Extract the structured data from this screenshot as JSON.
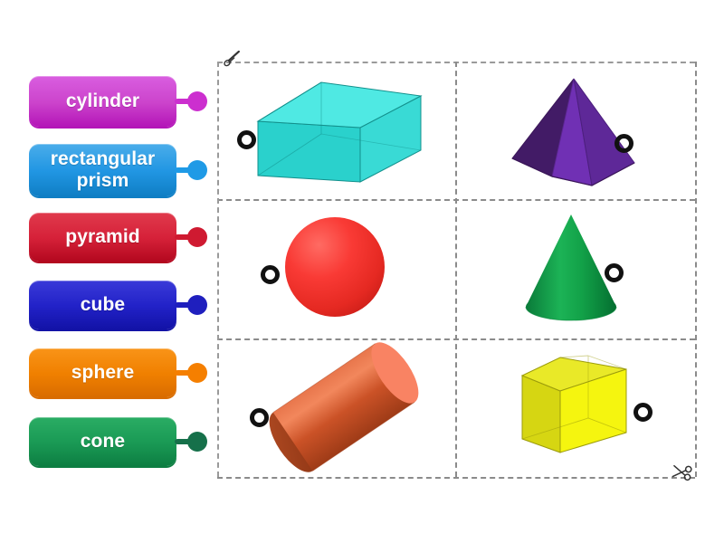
{
  "activity": {
    "type": "labelled-diagram-drag-drop",
    "title": "3D shapes labelling activity"
  },
  "labels": [
    {
      "id": "cylinder",
      "text": "cylinder",
      "color": "#cc44cc",
      "color_light": "#d95ee0",
      "color_dark": "#b415b8",
      "knob_color": "#cc2fcf"
    },
    {
      "id": "rectangular-prism",
      "text": "rectangular prism",
      "color": "#2196e3",
      "color_light": "#4aadea",
      "color_dark": "#0f7ec4",
      "knob_color": "#1f9ae6"
    },
    {
      "id": "pyramid",
      "text": "pyramid",
      "color": "#d62139",
      "color_light": "#e03a4c",
      "color_dark": "#b3081f",
      "knob_color": "#cf1a31"
    },
    {
      "id": "cube",
      "text": "cube",
      "color": "#2222c8",
      "color_light": "#3a3ad8",
      "color_dark": "#1212a6",
      "knob_color": "#1f1fbe"
    },
    {
      "id": "sphere",
      "text": "sphere",
      "color": "#f08000",
      "color_light": "#f99418",
      "color_dark": "#d96c00",
      "knob_color": "#f57f00"
    },
    {
      "id": "cone",
      "text": "cone",
      "color": "#1a9a55",
      "color_light": "#2aad64",
      "color_dark": "#0d7e42",
      "knob_color": "#16704a"
    }
  ],
  "shapes": [
    {
      "id": "rectangular-prism-image",
      "name": "rectangular prism",
      "color": "#1ec9c4",
      "cell": "row1-col1",
      "drop_target_side": "left"
    },
    {
      "id": "pyramid-image",
      "name": "pyramid",
      "color": "#6a2fa0",
      "cell": "row1-col2",
      "drop_target_side": "right"
    },
    {
      "id": "sphere-image",
      "name": "sphere",
      "color": "#ee2b25",
      "cell": "row2-col1",
      "drop_target_side": "left"
    },
    {
      "id": "cone-image",
      "name": "cone",
      "color": "#109b46",
      "cell": "row2-col2",
      "drop_target_side": "right"
    },
    {
      "id": "cylinder-image",
      "name": "cylinder",
      "color": "#d4592f",
      "cell": "row3-col1",
      "drop_target_side": "left"
    },
    {
      "id": "cube-image",
      "name": "cube",
      "color": "#eded14",
      "cell": "row3-col2",
      "drop_target_side": "right"
    }
  ],
  "decorations": {
    "scissors_glyph": "✂",
    "cut_line_color": "#8b8b8b"
  }
}
